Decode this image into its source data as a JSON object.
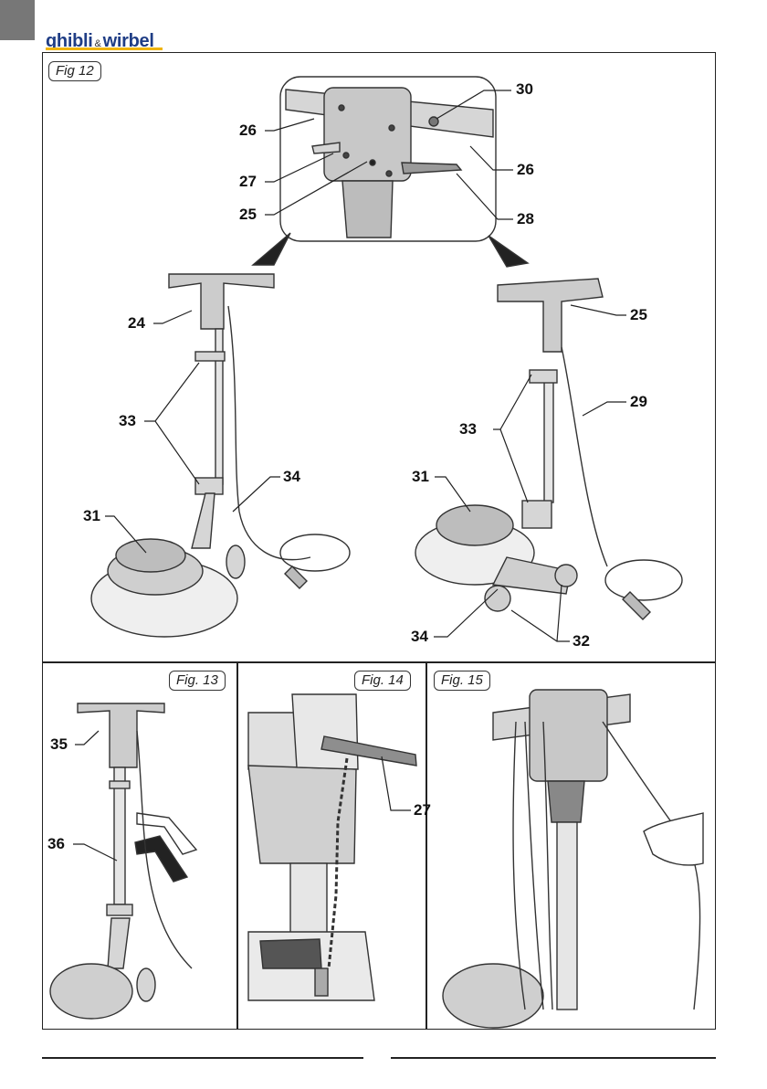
{
  "brand": {
    "name_a": "ghibli",
    "amp": "&",
    "name_b": "wirbel"
  },
  "figures": {
    "fig12": "Fig  12",
    "fig13": "Fig. 13",
    "fig14": "Fig. 14",
    "fig15": "Fig. 15"
  },
  "callouts": {
    "c30": "30",
    "c26a": "26",
    "c26b": "26",
    "c27": "27",
    "c25a": "25",
    "c28": "28",
    "c24": "24",
    "c25b": "25",
    "c33a": "33",
    "c33b": "33",
    "c29": "29",
    "c34a": "34",
    "c31a": "31",
    "c31b": "31",
    "c34b": "34",
    "c32": "32",
    "c35": "35",
    "c36": "36",
    "c27b": "27"
  },
  "colors": {
    "brand_blue": "#1f3d85",
    "brand_yellow": "#f0b400",
    "tab_gray": "#777777"
  }
}
